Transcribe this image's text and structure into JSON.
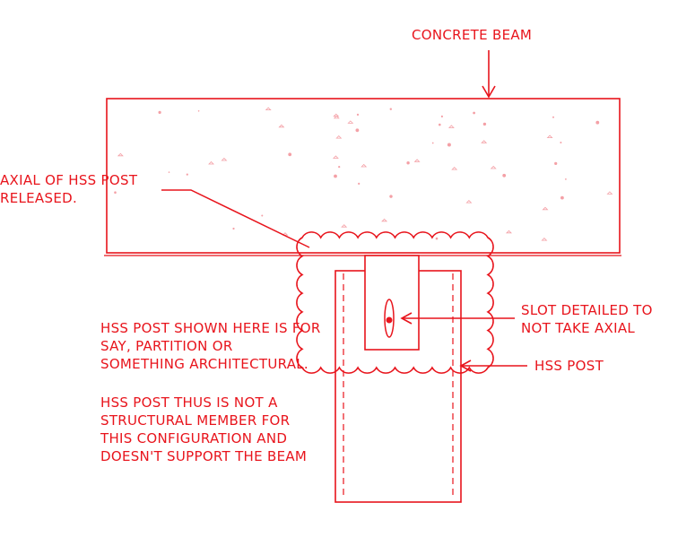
{
  "labels": {
    "concrete_beam": "CONCRETE BEAM",
    "axial_released": [
      "AXIAL OF HSS POST",
      "RELEASED."
    ],
    "slot_detailed": [
      "SLOT DETAILED TO",
      "NOT TAKE AXIAL"
    ],
    "hss_post": "HSS POST"
  },
  "notes": {
    "note1": [
      "HSS POST SHOWN HERE IS FOR",
      "SAY, PARTITION OR",
      "SOMETHING ARCHITECTURAL."
    ],
    "note2": [
      "HSS POST THUS IS NOT A",
      "STRUCTURAL MEMBER FOR",
      "THIS CONFIGURATION AND",
      "DOESN'T SUPPORT THE BEAM"
    ]
  },
  "colors": {
    "linework": "#e8141c",
    "stipple": "#f4a0a6",
    "background": "#ffffff"
  }
}
